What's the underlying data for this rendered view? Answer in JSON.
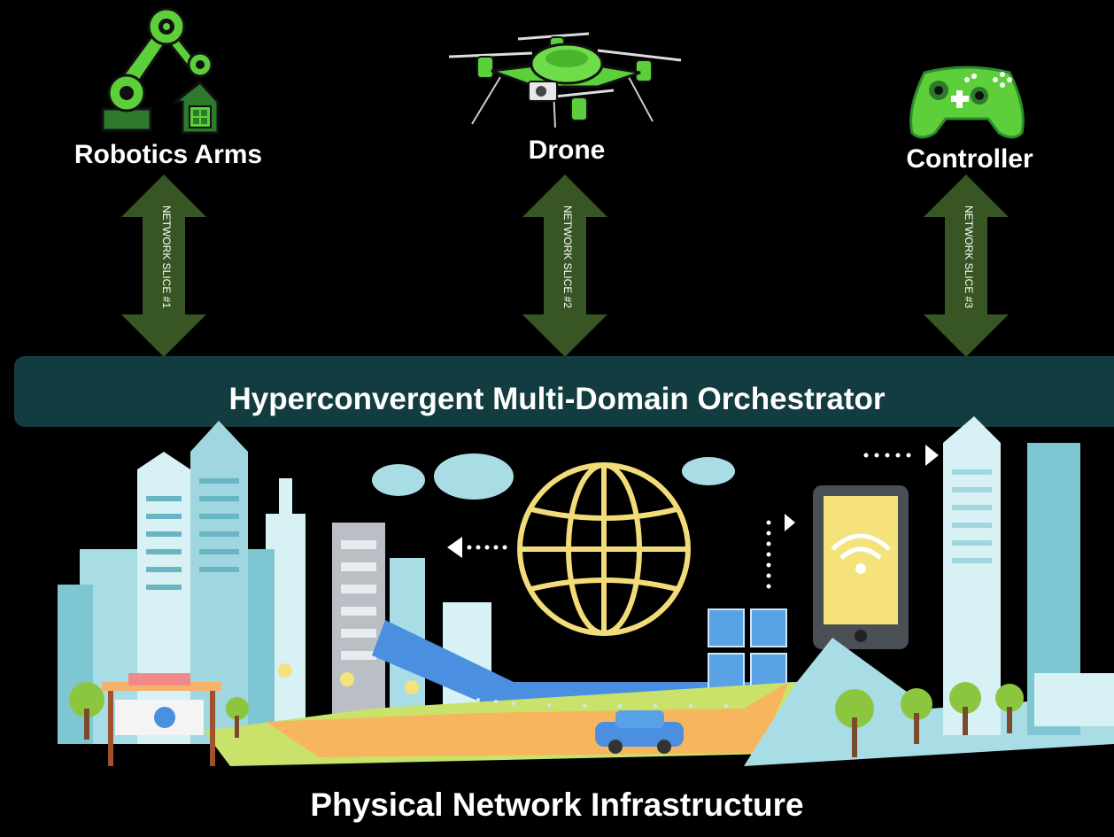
{
  "devices": [
    {
      "label": "Robotics Arms",
      "icon": "robot-arm-icon"
    },
    {
      "label": "Drone",
      "icon": "drone-icon"
    },
    {
      "label": "Controller",
      "icon": "game-controller-icon"
    }
  ],
  "slices": [
    "NETWORK SLICE #1",
    "NETWORK SLICE #2",
    "NETWORK SLICE #3"
  ],
  "orchestrator": {
    "label": "Hyperconvergent Multi-Domain Orchestrator"
  },
  "infrastructure": {
    "label": "Physical Network Infrastructure",
    "icon": "smart-city-illustration"
  },
  "colors": {
    "background": "#000000",
    "accent_green": "#5ccf3a",
    "arrow_green": "#375623",
    "bar": "#123c40"
  }
}
